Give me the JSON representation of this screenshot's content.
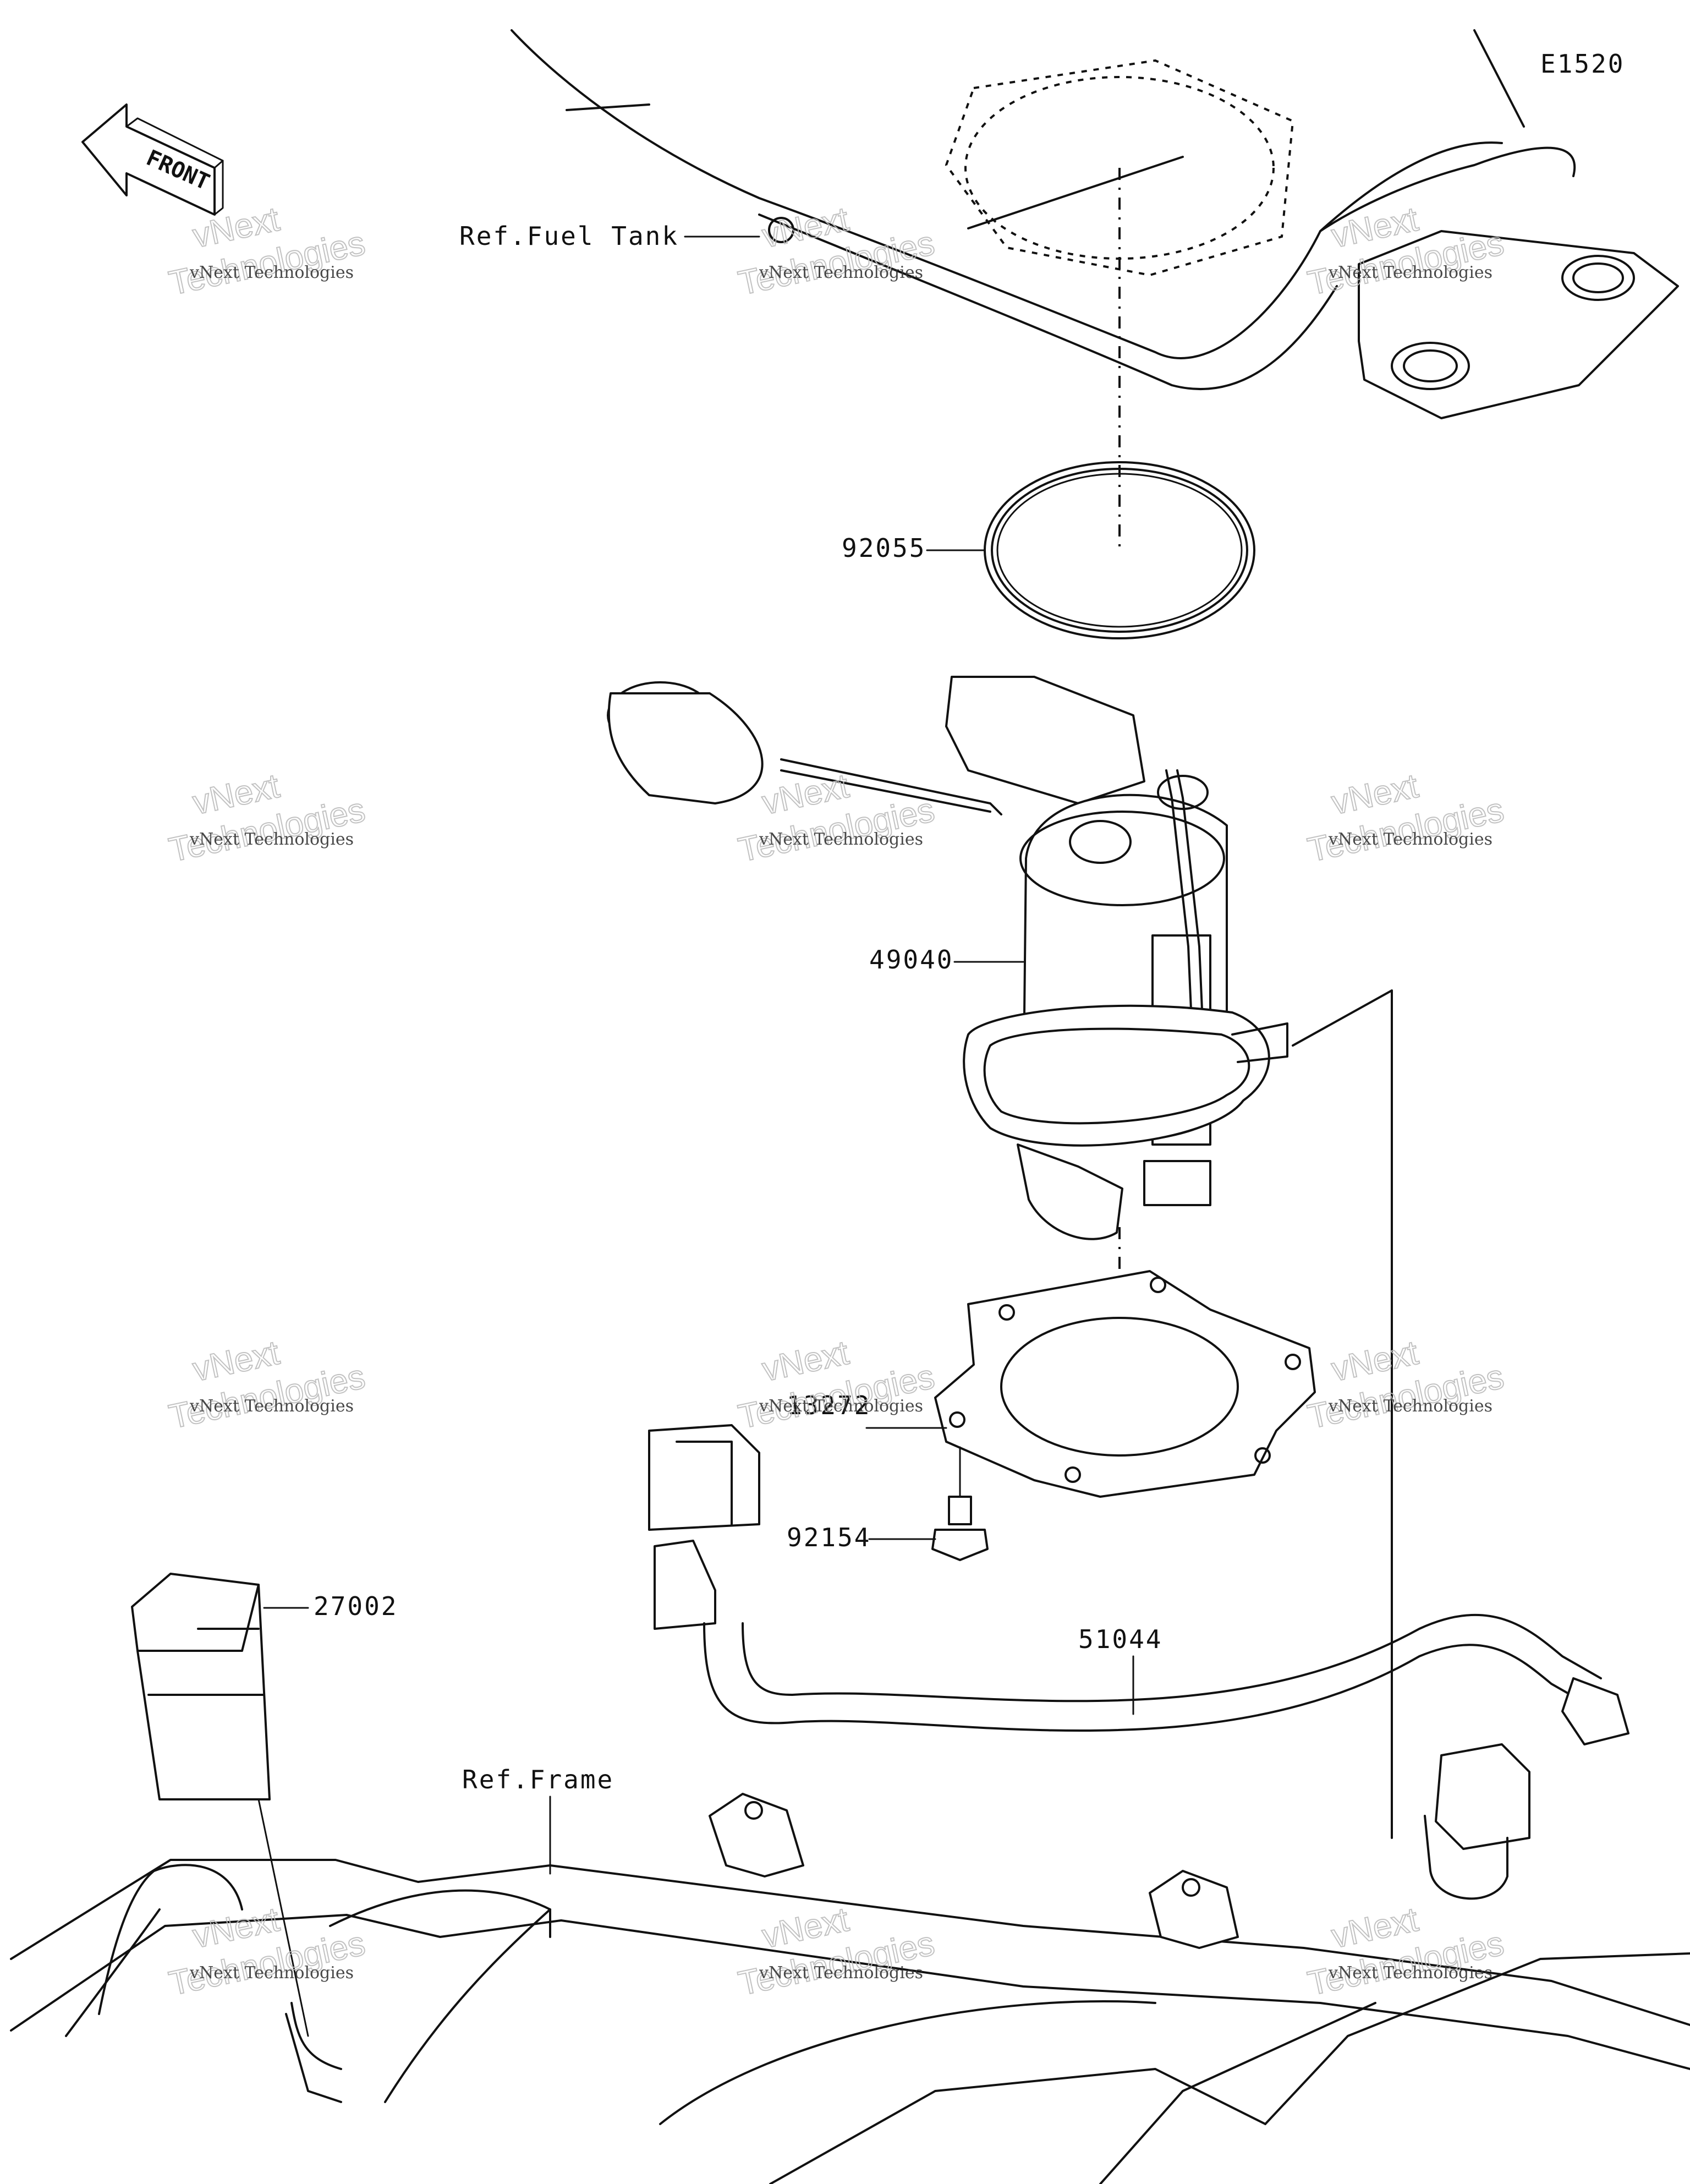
{
  "diagram_code": "E1520",
  "front_label": "FRONT",
  "watermark": {
    "line1": "vNext Technologies",
    "line2": "vNext",
    "line3": "Technologies"
  },
  "parts": {
    "ref_fuel_tank": "Ref.Fuel Tank",
    "gasket_ring": "92055",
    "fuel_pump": "49040",
    "plate": "13272",
    "bolt": "92154",
    "relay": "27002",
    "hose": "51044",
    "ref_frame": "Ref.Frame"
  }
}
